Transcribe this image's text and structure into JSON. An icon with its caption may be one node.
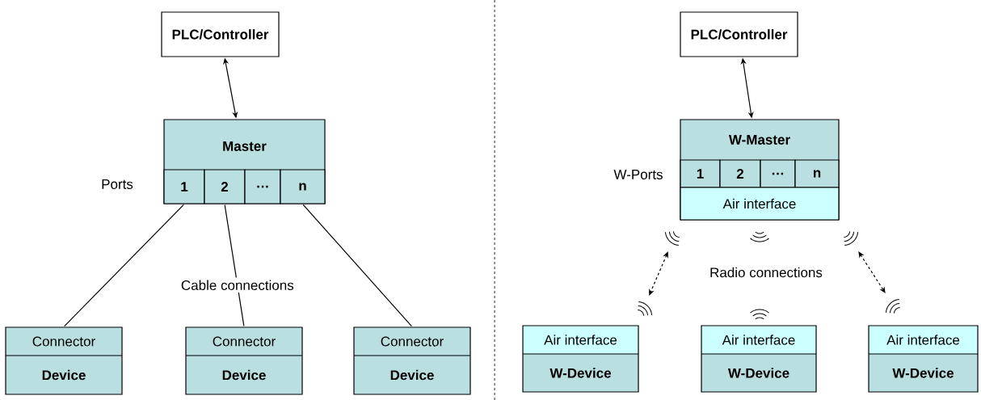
{
  "diagram": {
    "nodes": [
      {
        "text": [
          "PLC/Controller"
        ]
      },
      {
        "text": [
          "Master"
        ],
        "beside": [
          "Ports"
        ]
      },
      {
        "text": [
          "1"
        ],
        "in": 1
      },
      {
        "text": [
          "2"
        ],
        "in": 1
      },
      {
        "text": [
          "…"
        ],
        "in": 1
      },
      {
        "text": [
          "n"
        ],
        "in": 1
      },
      {
        "text": [
          "Connector",
          "Device"
        ]
      },
      {
        "text": [
          "Connector",
          "Device"
        ]
      },
      {
        "text": [
          "Connector",
          "Device"
        ]
      },
      {
        "text": [
          "PLC/Controller"
        ]
      },
      {
        "text": [
          "W-Master"
        ],
        "beside": [
          "W-Ports"
        ]
      },
      {
        "text": [
          "1"
        ],
        "in": 10
      },
      {
        "text": [
          "2"
        ],
        "in": 10
      },
      {
        "text": [
          "…"
        ],
        "in": 10
      },
      {
        "text": [
          "n"
        ],
        "in": 10
      },
      {
        "text": [
          "Air interface"
        ],
        "in": 10
      },
      {
        "text": [
          "Air interface",
          "W-Device"
        ]
      },
      {
        "text": [
          "Air interface",
          "W-Device"
        ]
      },
      {
        "text": [
          "Air interface",
          "W-Device"
        ]
      },
      {
        "text": [],
        "shape": "waves"
      },
      {
        "text": [],
        "shape": "waves"
      },
      {
        "text": [],
        "shape": "waves"
      },
      {
        "text": [],
        "shape": "waves"
      },
      {
        "text": [],
        "shape": "waves"
      },
      {
        "text": [],
        "shape": "waves"
      }
    ],
    "edges": [
      {
        "from": 0,
        "to": 1,
        "arrow": "both"
      },
      {
        "from": 2,
        "to": 6,
        "arrow": "none"
      },
      {
        "from": 3,
        "to": 7,
        "arrow": "none",
        "label": "Cable connections"
      },
      {
        "from": 5,
        "to": 8,
        "arrow": "none"
      },
      {
        "from": 9,
        "to": 10,
        "arrow": "both"
      },
      {
        "from": 19,
        "to": 22,
        "arrow": "both",
        "style": "dashed"
      },
      {
        "from": 21,
        "to": 24,
        "arrow": "both",
        "style": "dashed"
      }
    ],
    "labels": [
      "Radio connections"
    ]
  }
}
